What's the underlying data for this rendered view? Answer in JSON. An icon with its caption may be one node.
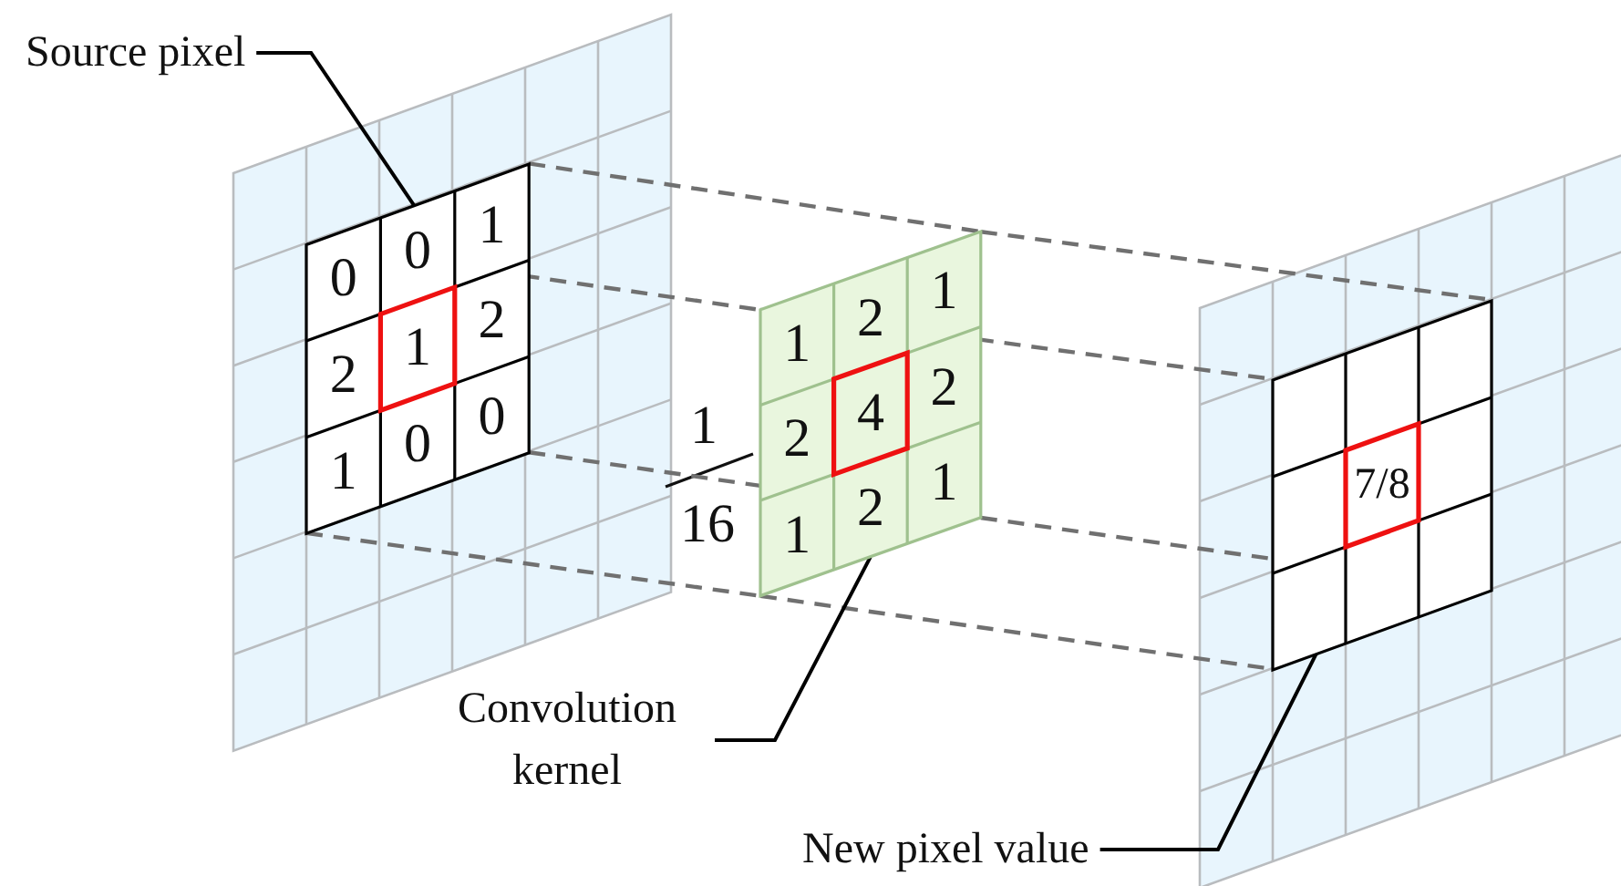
{
  "diagram": {
    "nodes": [
      {
        "text": [
          "Source pixel"
        ]
      },
      {
        "text": [],
        "shape": "box"
      },
      {
        "text": [],
        "shape": "box"
      },
      {
        "text": [
          "Convolution kernel"
        ]
      },
      {
        "text": [],
        "shape": "box"
      },
      {
        "text": [
          "New pixel value"
        ]
      }
    ],
    "edges": [
      {
        "from": 0,
        "to": 1,
        "arrow": "none",
        "color": "#000000"
      },
      {
        "from": 1,
        "to": 2,
        "arrow": "none",
        "style": "dashed"
      },
      {
        "from": 1,
        "to": 2,
        "arrow": "none",
        "style": "dashed"
      },
      {
        "from": 1,
        "to": 2,
        "arrow": "none",
        "style": "dashed"
      },
      {
        "from": 1,
        "to": 2,
        "arrow": "none",
        "style": "dashed"
      },
      {
        "from": 2,
        "to": 4,
        "arrow": "none",
        "style": "dashed"
      },
      {
        "from": 2,
        "to": 4,
        "arrow": "none",
        "style": "dashed"
      },
      {
        "from": 2,
        "to": 4,
        "arrow": "none",
        "style": "dashed"
      },
      {
        "from": 2,
        "to": 4,
        "arrow": "none",
        "style": "dashed"
      },
      {
        "from": 3,
        "to": 2,
        "arrow": "none",
        "color": "#000000"
      },
      {
        "from": 5,
        "to": 4,
        "arrow": "none",
        "color": "#000000"
      }
    ],
    "labels": [
      "0",
      "0",
      "1",
      "2",
      "1",
      "2",
      "1",
      "0",
      "0",
      "1",
      "16",
      "1",
      "2",
      "1",
      "2",
      "4",
      "2",
      "1",
      "2",
      "1",
      "7/8"
    ]
  }
}
